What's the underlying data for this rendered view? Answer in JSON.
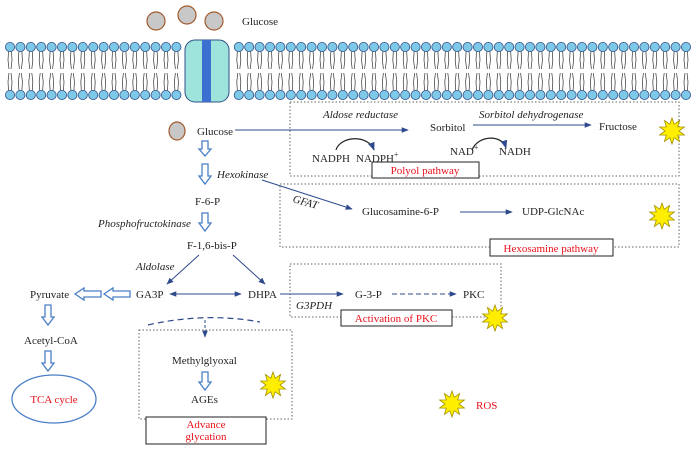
{
  "labels": {
    "glucose_top": "Glucose",
    "glucose": "Glucose",
    "aldose_reductase": "Aldose reductase",
    "sorbitol": "Sorbitol",
    "sorbitol_dehydrogenase": "Sorbitol dehydrogenase",
    "fructose": "Fructose",
    "nadph": "NADPH",
    "nadph_plus": "NADPH",
    "nad_plus": "NAD",
    "nadh": "NADH",
    "plus": "+",
    "polyol_pathway": "Polyol pathway",
    "hexokinase": "Hexokinase",
    "f6p": "F-6-P",
    "gfat": "GFAT",
    "glucosamine6p": "Glucosamine-6-P",
    "udp_glcnac": "UDP-GlcNAc",
    "phosphofructokinase": "Phosphofructokinase",
    "hexosamine_pathway": "Hexosamine pathway",
    "f16bisp": "F-1,6-bis-P",
    "aldolase": "Aldolase",
    "pyruvate": "Pyruvate",
    "ga3p": "GA3P",
    "dhpa": "DHPA",
    "g3p": "G-3-P",
    "pkc": "PKC",
    "g3pdh": "G3PDH",
    "activation_pkc": "Activation of PKC",
    "acetyl_coa": "Acetyl-CoA",
    "methylglyoxal": "Methylglyoxal",
    "ages": "AGEs",
    "advance_glycation_1": "Advance",
    "advance_glycation_2": "glycation",
    "tca_cycle": "TCA cycle",
    "ros": "ROS"
  },
  "colors": {
    "membrane_fill": "#7ec8e8",
    "membrane_stroke": "#2c4f86",
    "channel": "#9fe3dd",
    "channel_core": "#3b6fd0",
    "arrow": "#2e4a8c",
    "hollow_arrow": "#4a7fc6",
    "pathway_text": "#e8101b",
    "ros_fill": "#ffee00",
    "ros_stroke": "#a39200",
    "glucose_fill": "#c8c8c8",
    "glucose_stroke": "#a05a2c"
  }
}
